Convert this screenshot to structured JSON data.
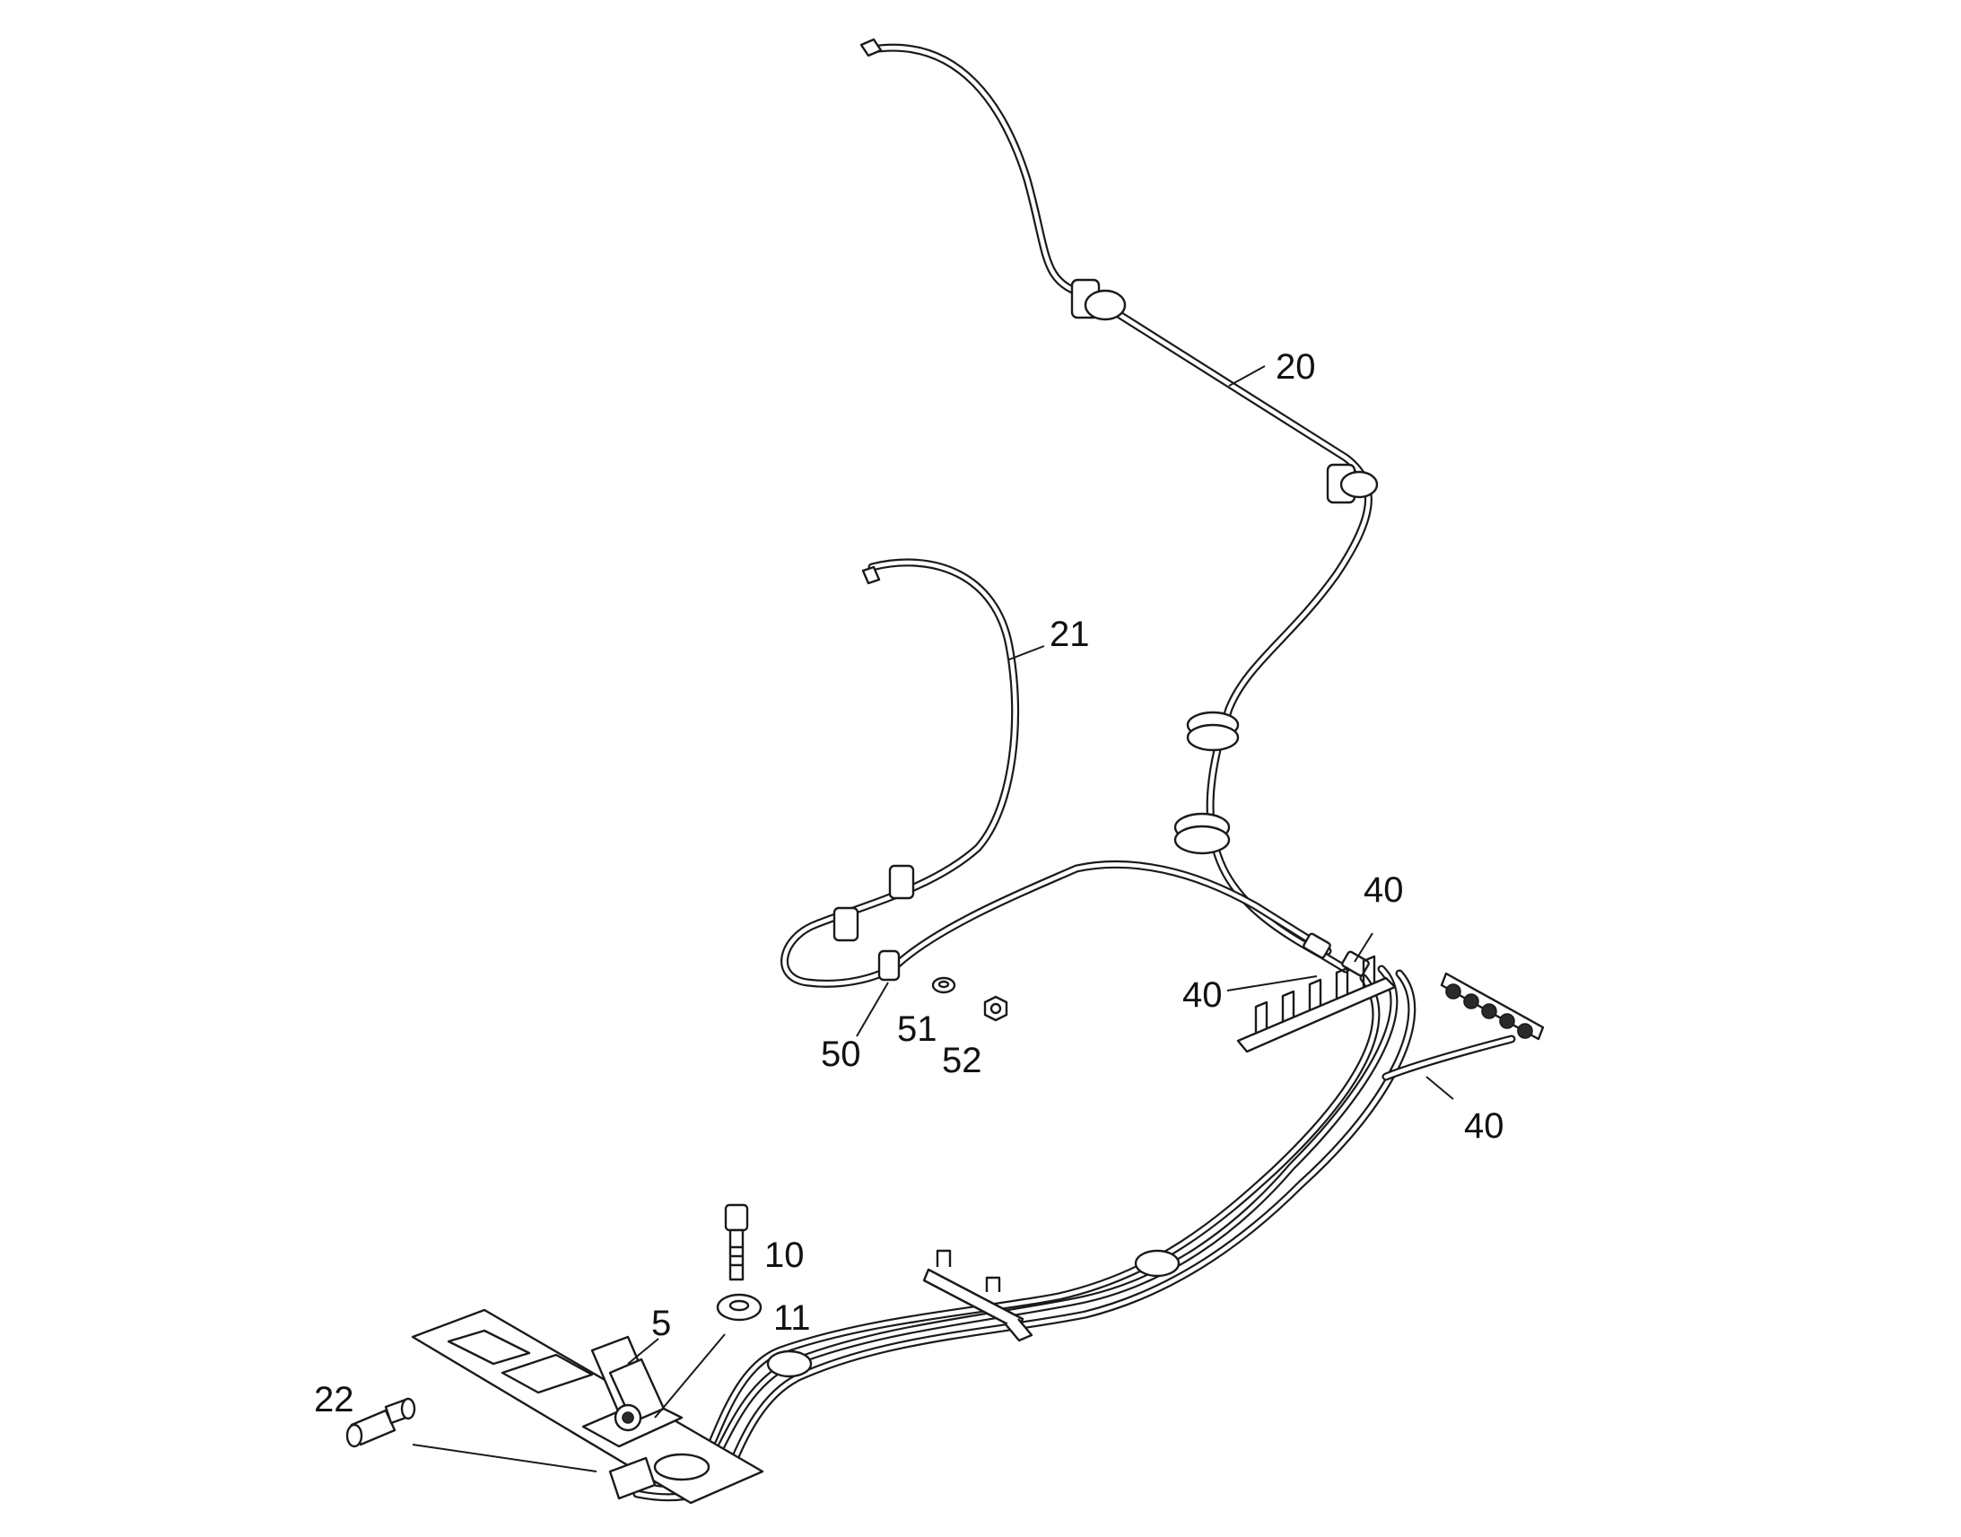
{
  "callouts": {
    "c20": "20",
    "c21": "21",
    "c40_top": "40",
    "c40_mid": "40",
    "c40_right": "40",
    "c50": "50",
    "c51": "51",
    "c52": "52",
    "c10": "10",
    "c11": "11",
    "c5": "5",
    "c22": "22"
  }
}
